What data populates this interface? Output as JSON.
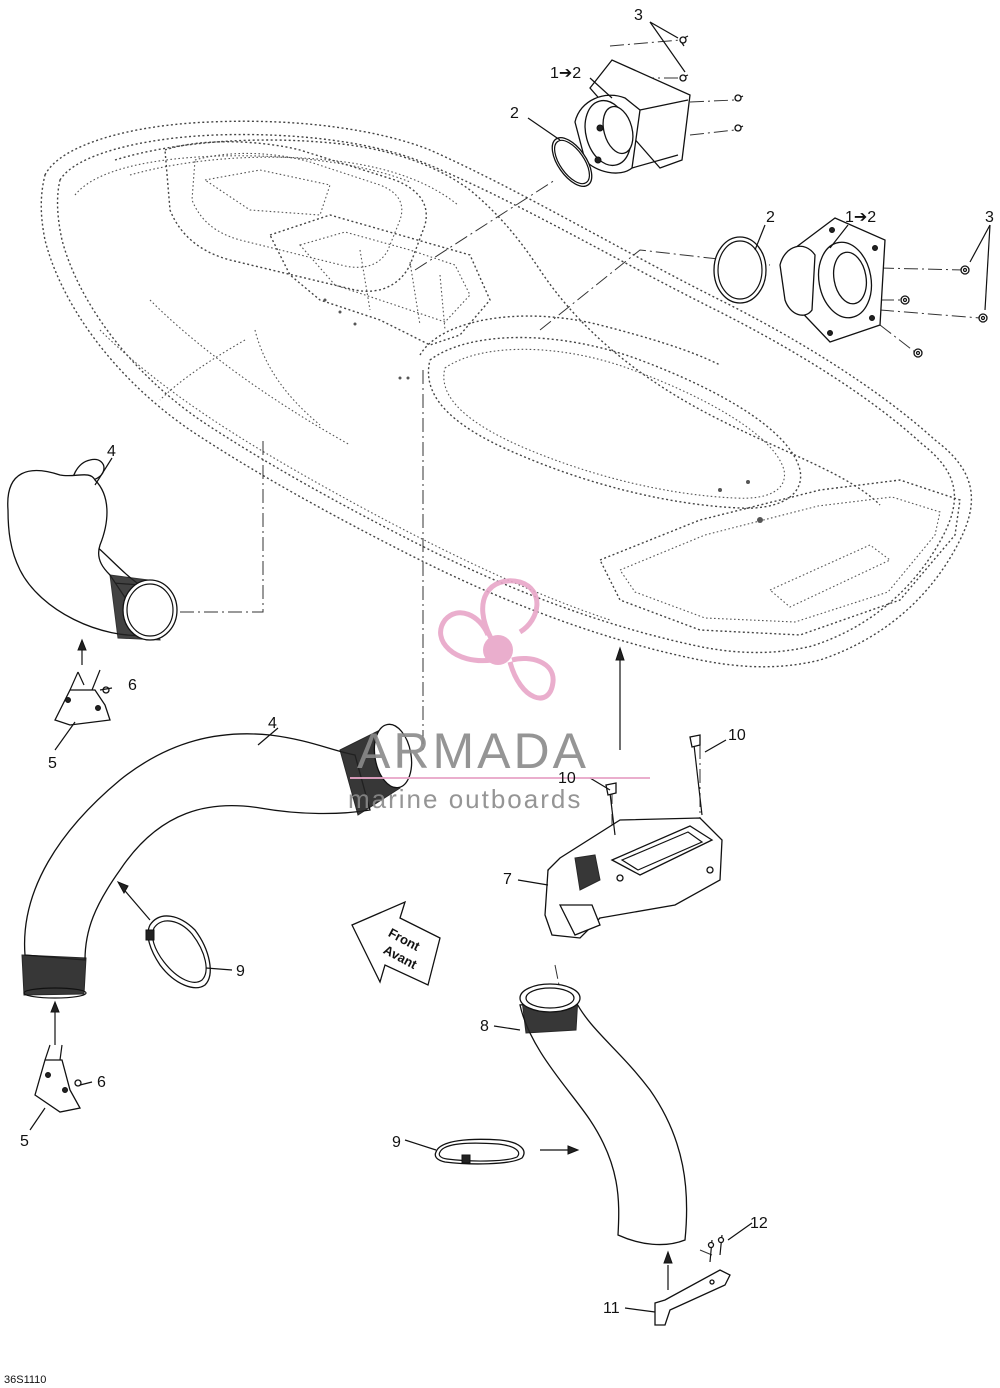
{
  "callouts": {
    "c3_top": "3",
    "c1to2_top": "1➔2",
    "c2_top": "2",
    "c2_right": "2",
    "c1to2_right": "1➔2",
    "c3_right": "3",
    "c4_upper": "4",
    "c6_upper": "6",
    "c5_upper": "5",
    "c4_lower": "4",
    "c10_right": "10",
    "c10_left": "10",
    "c7": "7",
    "c9_left": "9",
    "c8": "8",
    "c6_lower": "6",
    "c5_lower": "5",
    "c9_bottom": "9",
    "c12": "12",
    "c11": "11"
  },
  "front_arrow": {
    "line1": "Front",
    "line2": "Avant"
  },
  "watermark": {
    "title": "ARMADA",
    "subtitle": "marine outboards",
    "accent_color": "#e8a6c8",
    "text_color": "#8a8a8a"
  },
  "figure_code": "36S1110"
}
